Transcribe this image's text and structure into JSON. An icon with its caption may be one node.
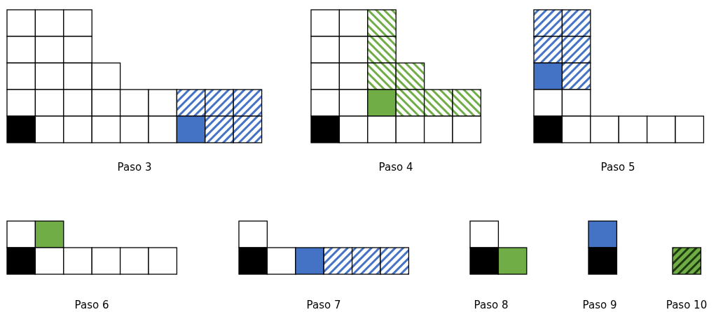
{
  "diagram": {
    "labels": [
      "Paso 3",
      "Paso 4",
      "Paso 5",
      "Paso 6",
      "Paso 7",
      "Paso 8",
      "Paso 9",
      "Paso 10"
    ]
  }
}
